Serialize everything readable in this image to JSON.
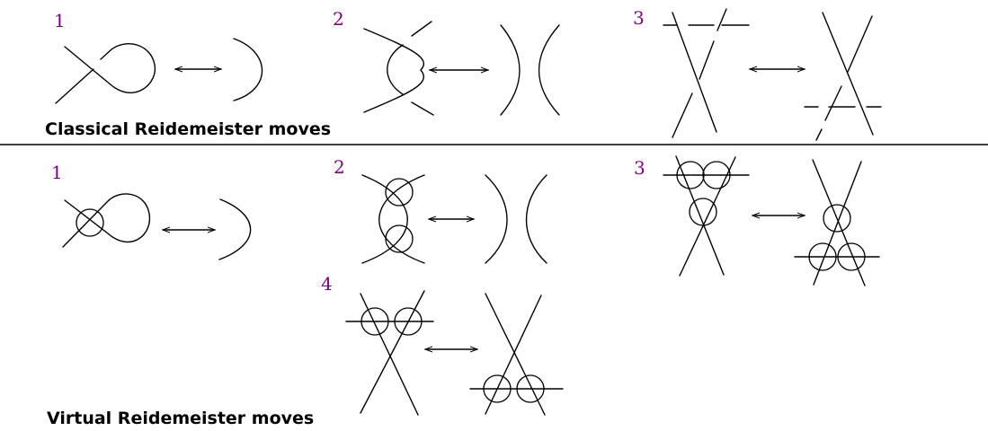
{
  "colors": {
    "move_number": "#800080",
    "ink": "#000000",
    "background": "#ffffff"
  },
  "classical": {
    "title": "Classical Reidemeister moves",
    "move_labels": [
      "1",
      "2",
      "3"
    ]
  },
  "virtual": {
    "title": "Virtual Reidemeister moves",
    "move_labels": [
      "1",
      "2",
      "3",
      "4"
    ]
  }
}
